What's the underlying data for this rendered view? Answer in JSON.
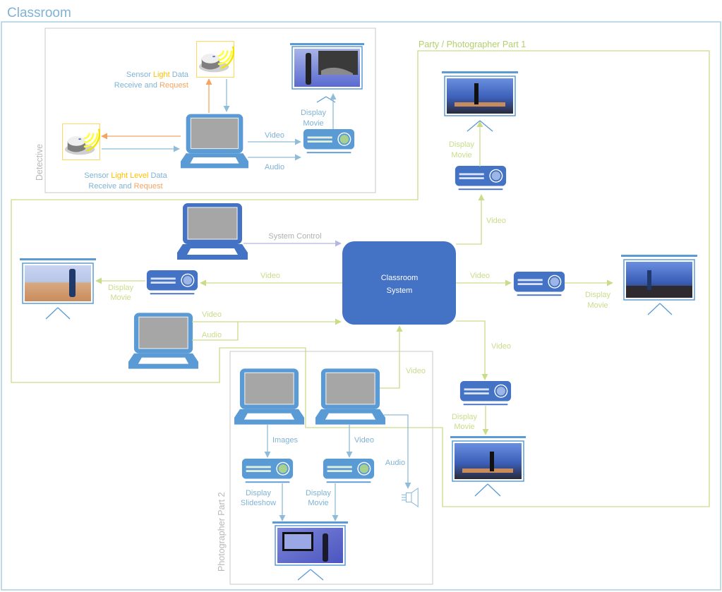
{
  "title": "Classroom",
  "colors": {
    "classroom_border": "#a9cfe3",
    "group_gray": "#c8c8c8",
    "party_green": "#c9dc8a",
    "blue_dark": "#4472c4",
    "blue_light": "#5b9bd5",
    "link_blue": "#8fbcd8",
    "orange": "#f4a460",
    "yellow": "#ffc000",
    "control_lavender": "#b4b8e0",
    "text_gray": "#b0b0b0",
    "text_green": "#c9dc8a",
    "text_blue": "#7fb3d5"
  },
  "groups": {
    "detective": "Detective",
    "party": "Party / Photographer Part 1",
    "photographer2": "Photographer Part 2"
  },
  "center": {
    "line1": "Classroom",
    "line2": "System"
  },
  "detective": {
    "sensor_top": {
      "w1": "Sensor ",
      "w2": "Light",
      "w3": " Data",
      "r1": "Receive and ",
      "r2": "Request"
    },
    "sensor_left": {
      "w1": "Sensor ",
      "w2": "Light Level",
      "w3": " Data",
      "r1": "Receive and ",
      "r2": "Request"
    },
    "video": "Video",
    "audio": "Audio",
    "display1": "Display",
    "display2": "Movie"
  },
  "party": {
    "top_display1": "Display",
    "top_display2": "Movie",
    "top_video": "Video",
    "right_video": "Video",
    "right_display1": "Display",
    "right_display2": "Movie",
    "bottom_video": "Video",
    "bottom_display1": "Display",
    "bottom_display2": "Movie",
    "left_video": "Video",
    "left_display1": "Display",
    "left_display2": "Movie",
    "laptop_video": "Video",
    "laptop_audio": "Audio"
  },
  "control": {
    "label": "System Control"
  },
  "photographer2": {
    "video_up": "Video",
    "images": "Images",
    "video": "Video",
    "audio": "Audio",
    "slideshow1": "Display",
    "slideshow2": "Slideshow",
    "movie1": "Display",
    "movie2": "Movie"
  }
}
